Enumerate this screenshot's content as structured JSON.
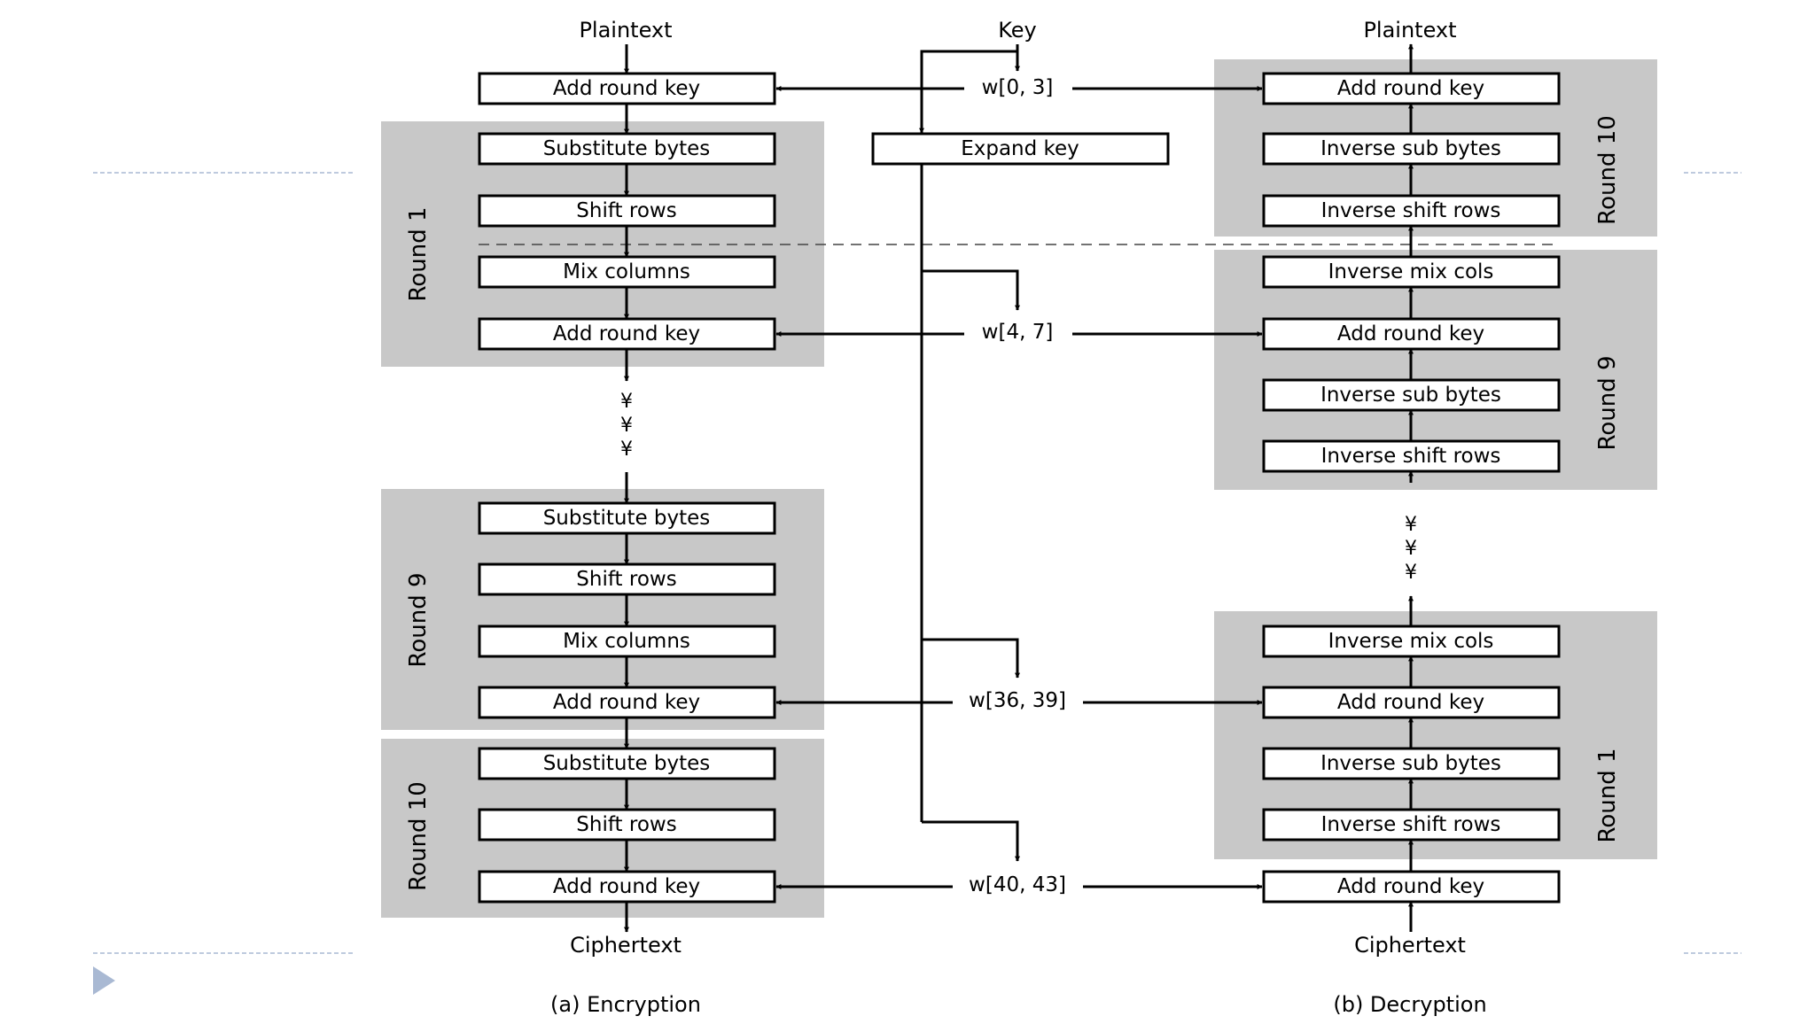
{
  "encryption": {
    "input_label": "Plaintext",
    "output_label": "Ciphertext",
    "caption": "(a) Encryption",
    "initial_step": "Add round key",
    "rounds": [
      {
        "label": "Round 1",
        "steps": [
          "Substitute bytes",
          "Shift rows",
          "Mix columns",
          "Add round key"
        ]
      },
      {
        "label": "Round 9",
        "steps": [
          "Substitute bytes",
          "Shift rows",
          "Mix columns",
          "Add round key"
        ]
      },
      {
        "label": "Round 10",
        "steps": [
          "Substitute bytes",
          "Shift rows",
          "Add round key"
        ]
      }
    ]
  },
  "key_schedule": {
    "key_label": "Key",
    "expand_label": "Expand key",
    "words": [
      "w[0, 3]",
      "w[4, 7]",
      "w[36, 39]",
      "w[40, 43]"
    ]
  },
  "decryption": {
    "input_label": "Ciphertext",
    "output_label": "Plaintext",
    "caption": "(b) Decryption",
    "final_step": "Add round key",
    "rounds": [
      {
        "label": "Round 10",
        "steps": [
          "Add round key",
          "Inverse sub bytes",
          "Inverse shift rows"
        ]
      },
      {
        "label": "Round 9",
        "steps": [
          "Inverse mix cols",
          "Add round key",
          "Inverse sub bytes",
          "Inverse shift rows"
        ]
      },
      {
        "label": "Round 1",
        "steps": [
          "Inverse mix cols",
          "Add round key",
          "Inverse sub bytes",
          "Inverse shift rows"
        ]
      }
    ]
  },
  "ellipsis_symbol": "¥",
  "colors": {
    "round_shade": "#c8c8c8",
    "box_border": "#000000",
    "box_fill": "#ffffff",
    "slide_accent": "#a9b9d3"
  },
  "icons": {
    "slide_bullet": "triangle-right-icon"
  }
}
